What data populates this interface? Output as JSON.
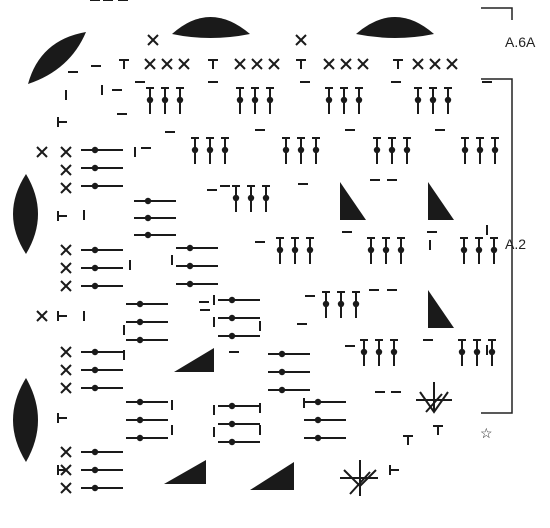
{
  "diagram": {
    "labels": {
      "top_right": "A.6A",
      "right_middle": "A.2"
    },
    "symbols": {
      "petal": "filled-petal",
      "cross": "chain-cross",
      "tee": "tee-stitch",
      "dash": "chain-dash",
      "treble_cluster_up": "treble-up",
      "treble_cluster_side": "treble-side",
      "triangle": "filled-triangle",
      "star": "start-star",
      "fan": "fan-stitch"
    }
  }
}
